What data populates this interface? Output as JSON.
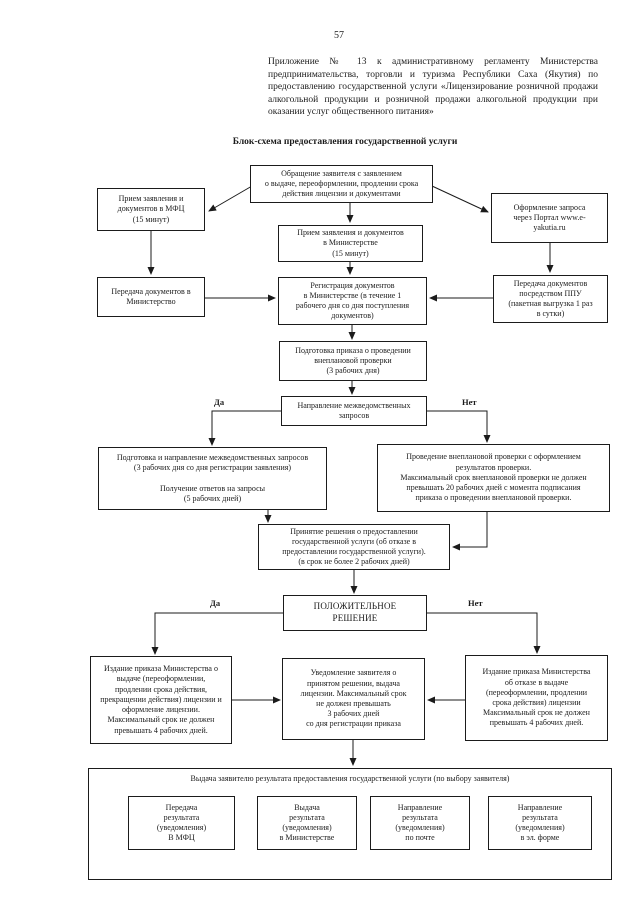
{
  "colors": {
    "ink": "#1b1b1b",
    "background": "#ffffff"
  },
  "page": {
    "number": "57",
    "header": "Приложение № 13 к административному регламенту Министерства предпринимательства, торговли и туризма Республики Саха (Якутия) по предоставлению государственной услуги «Лицензирование розничной продажи алкогольной продукции и розничной продажи алкогольной продукции при оказании услуг общественного питания»",
    "title": "Блок-схема предоставления государственной услуги"
  },
  "branch1": {
    "yes": "Да",
    "no": "Нет"
  },
  "branch2": {
    "yes": "Да",
    "no": "Нет"
  },
  "boxes": {
    "appeal": "Обращение заявителя с заявлением\nо выдаче, переоформлении, продлении срока\nдействия лицензии и документами",
    "mfc_intake": "Прием заявления и\nдокументов в МФЦ\n(15 минут)",
    "portal": "Оформление запроса\nчерез Портал www.e-\nyakutia.ru",
    "ministry_intake": "Прием заявления и документов\nв Министерстве\n(15 минут)",
    "mfc_transfer": "Передача документов в\nМинистерство",
    "registration": "Регистрация документов\nв Министерстве (в течение 1\nрабочего дня со дня поступления\nдокументов)",
    "ppu_transfer": "Передача документов\nпосредством ППУ\n(пакетная выгрузка 1 раз\nв сутки)",
    "order_prep": "Подготовка приказа о проведении\nвнеплановой проверки\n(3 рабочих дня)",
    "interagency": "Направление межведомственных\nзапросов",
    "requests": "Подготовка и направление межведомственных запросов\n(3 рабочих дня со дня регистрации заявления)\n\nПолучение ответов на запросы\n(5 рабочих дней)",
    "inspection": "Проведение внеплановой проверки с оформлением\nрезультатов проверки.\nМаксимальный срок внеплановой проверки не должен\nпревышать 20 рабочих дней с момента подписания\nприказа о проведении внеплановой проверки.",
    "decision": "Принятие решения о предоставлении\nгосударственной услуги (об отказе в\nпредоставлении государственной услуги).\n(в срок не более 2 рабочих дней)",
    "positive": "ПОЛОЖИТЕЛЬНОЕ\nРЕШЕНИЕ",
    "issue_order": "Издание приказа Министерства о\nвыдаче (переоформлении,\nпродлении срока действия,\nпрекращении действия) лицензии и\nоформление лицензии.\nМаксимальный срок не должен\nпревышать 4 рабочих дней.",
    "notify": "Уведомление заявителя о\nпринятом решении, выдача\nлицензии. Максимальный срок\nне должен превышать\n3 рабочих дней\nсо дня регистрации приказа",
    "refuse_order": "Издание приказа Министерства\nоб отказе в выдаче\n(переоформлении, продлении\nсрока действия) лицензии\nМаксимальный срок не должен\nпревышать 4 рабочих дней.",
    "result_title": "Выдача заявителю результата предоставления государственной услуги (по выбору заявителя)",
    "result_mfc": "Передача\nрезультата\n(уведомления)\nВ МФЦ",
    "result_ministry": "Выдача\nрезультата\n(уведомления)\nв Министерстве",
    "result_mail": "Направление\nрезультата\n(уведомления)\nпо почте",
    "result_electronic": "Направление\nрезультата\n(уведомления)\nв эл. форме"
  }
}
